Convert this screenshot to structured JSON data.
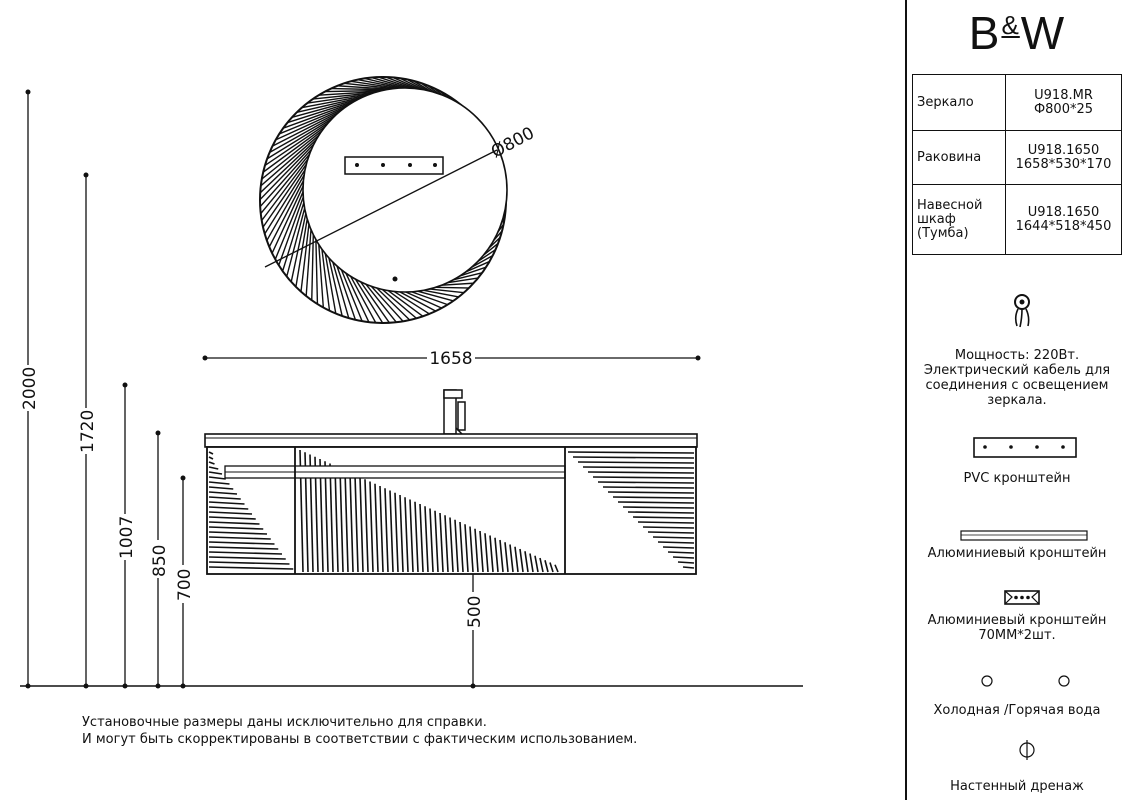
{
  "brand": {
    "logo_left": "B",
    "logo_amp": "&",
    "logo_right": "W"
  },
  "spec_table": [
    {
      "label": "Зеркало",
      "code": "U918.MR",
      "size": "Ф800*25"
    },
    {
      "label": "Раковина",
      "code": "U918.1650",
      "size": "1658*530*170"
    },
    {
      "label": "Навесной шкаф (Тумба)",
      "code": "U918.1650",
      "size": "1644*518*450"
    }
  ],
  "legend": {
    "power_text": "Мощность: 220Вт. Электрический кабель для соединения с освещением зеркала.",
    "pvc_bracket": "PVC кронштейн",
    "alu_bracket": "Алюминиевый кронштейн",
    "alu_bracket_70": "Алюминиевый кронштейн 70ММ*2шт.",
    "water": "Холодная /Горячая вода",
    "drain": "Настенный дренаж"
  },
  "dimensions": {
    "mirror_diameter": "Ø800",
    "width": "1658",
    "h_2000": "2000",
    "h_1720": "1720",
    "h_1007": "1007",
    "h_850": "850",
    "h_700": "700",
    "h_500": "500"
  },
  "note": {
    "line1": "Установочные размеры даны исключительно для справки.",
    "line2": "И могут быть скорректированы в соответствии с фактическим использованием."
  },
  "colors": {
    "line": "#111111",
    "background": "#ffffff"
  },
  "icons": [
    "wiring-icon",
    "pvc-bracket-icon",
    "aluminium-bar-icon",
    "aluminium-clip-icon",
    "water-outlet-icon",
    "wall-drain-icon"
  ]
}
